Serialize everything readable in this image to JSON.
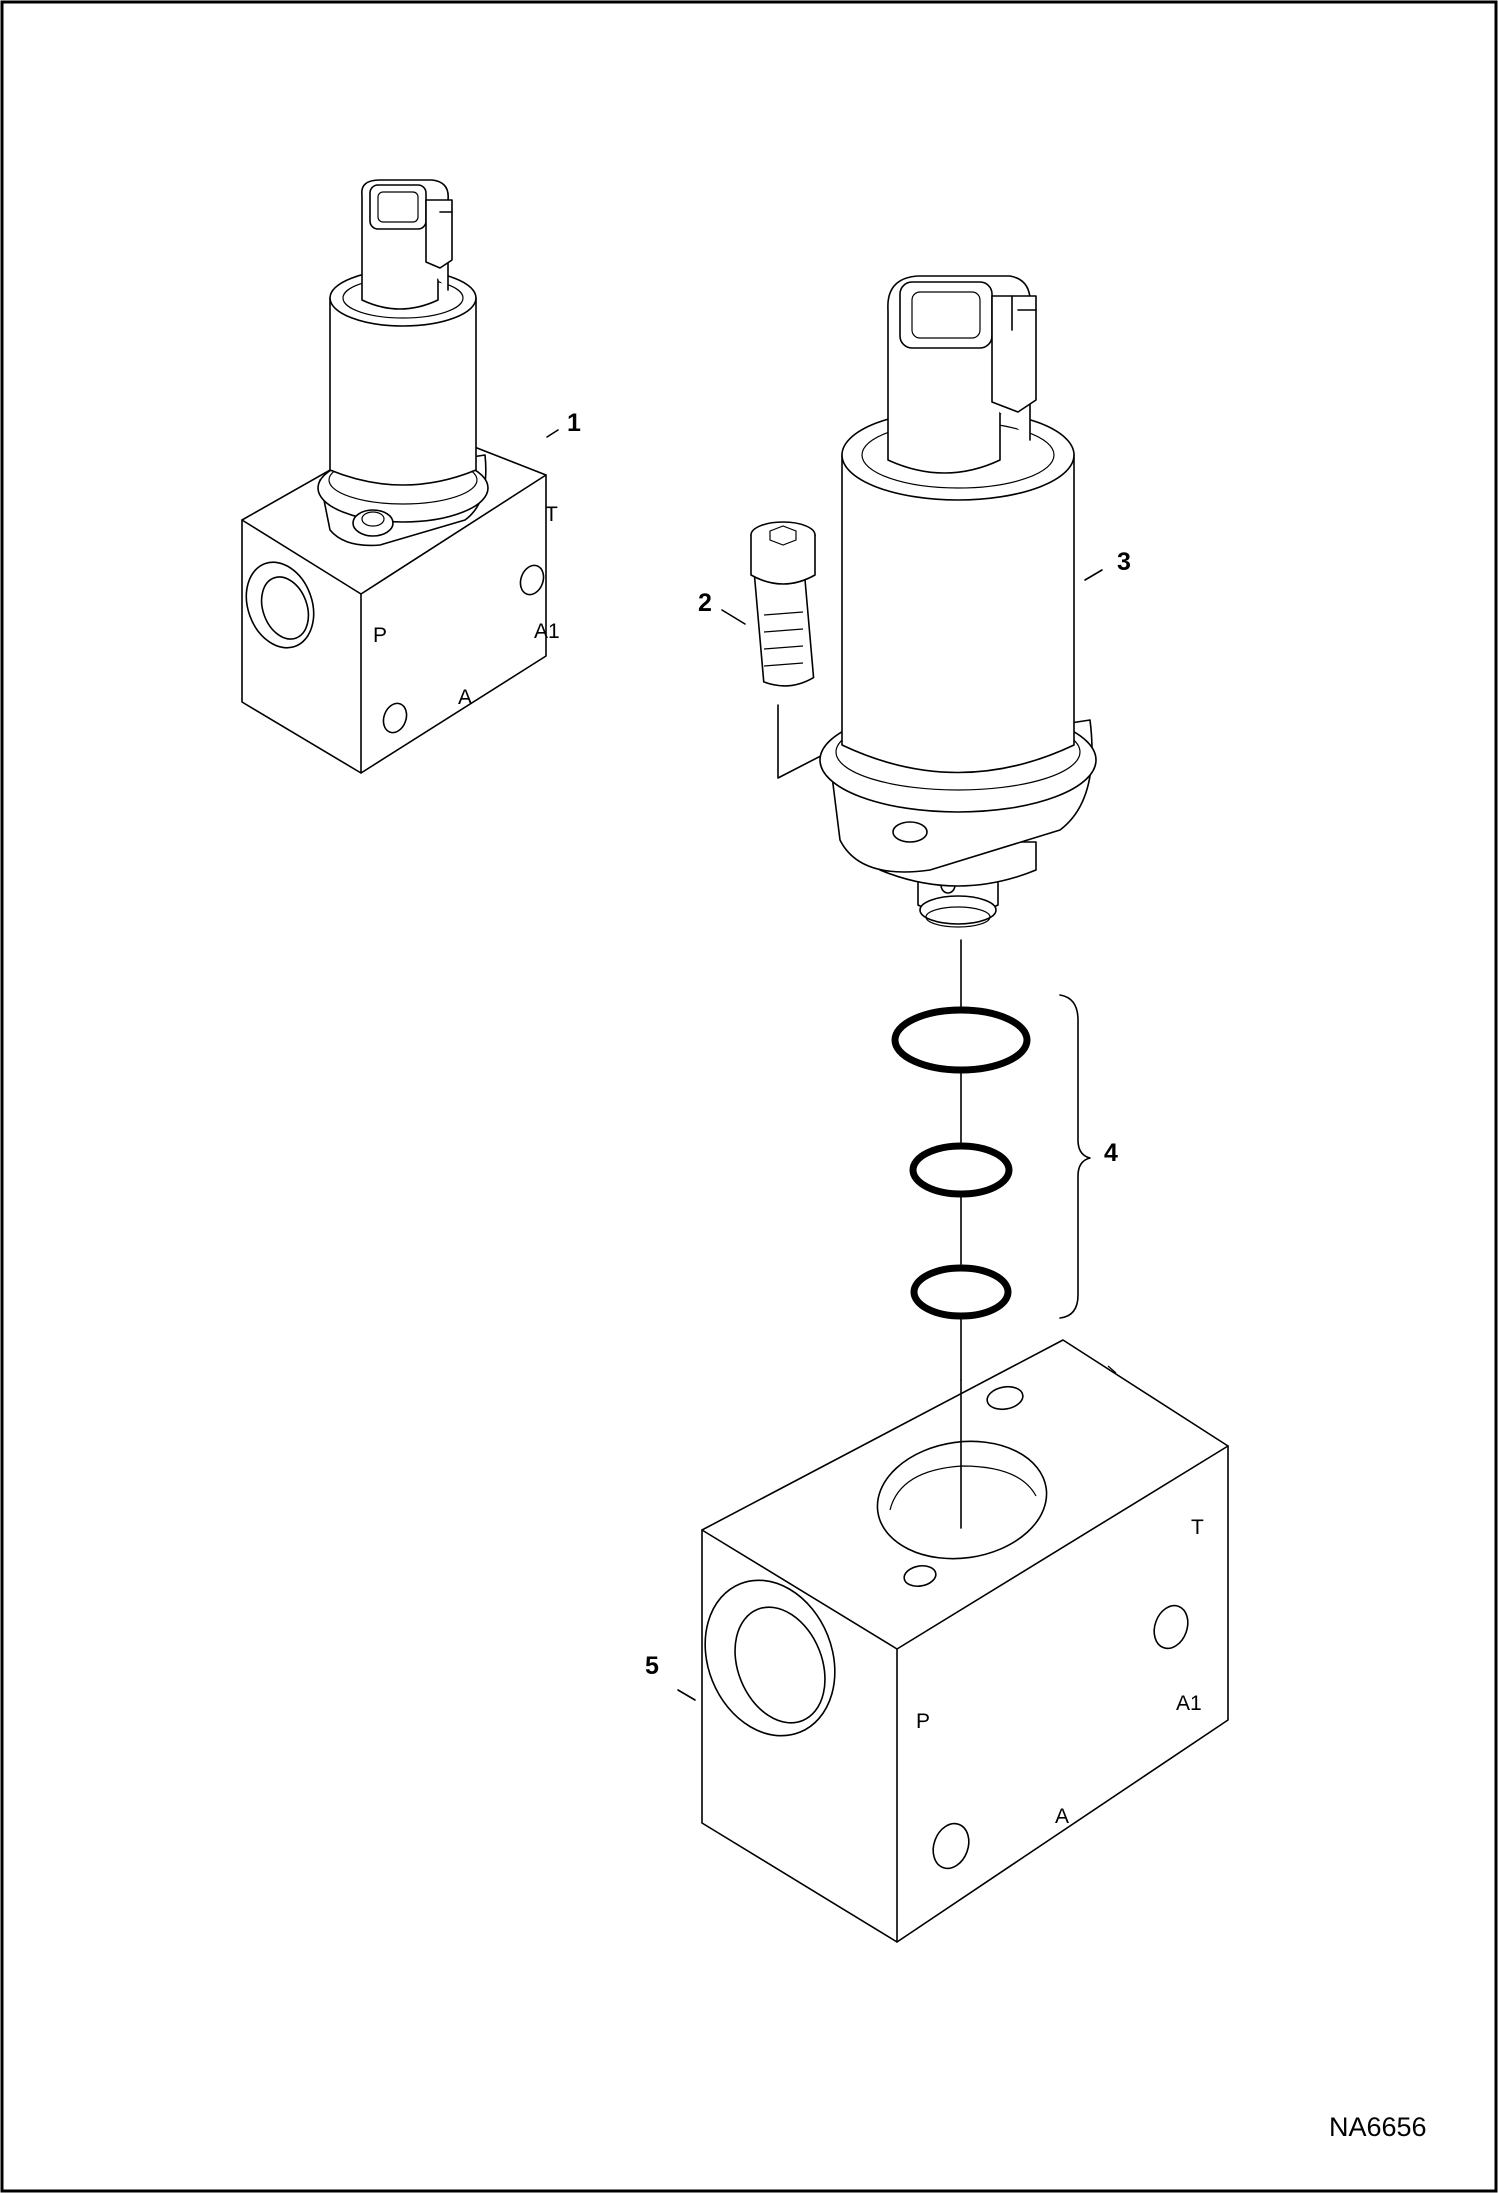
{
  "callouts": {
    "c1": "1",
    "c2": "2",
    "c3": "3",
    "c4": "4",
    "c5": "5"
  },
  "ports": {
    "small_p": "P",
    "small_a": "A",
    "small_t": "T",
    "small_a1": "A1",
    "large_p": "P",
    "large_a": "A",
    "large_t": "T",
    "large_a1": "A1"
  },
  "reference_number": "NA6656"
}
